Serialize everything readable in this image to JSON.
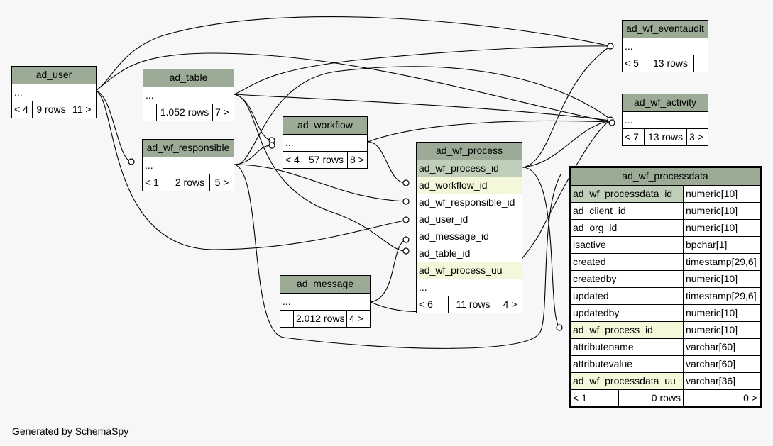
{
  "footer": "Generated by SchemaSpy",
  "tables": {
    "ad_user": {
      "name": "ad_user",
      "ellipsis": "...",
      "left": "< 4",
      "rows": "9 rows",
      "right": "11 >"
    },
    "ad_table": {
      "name": "ad_table",
      "ellipsis": "...",
      "left": "",
      "rows": "1.052 rows",
      "right": "7 >"
    },
    "ad_wf_responsible": {
      "name": "ad_wf_responsible",
      "ellipsis": "...",
      "left": "< 1",
      "rows": "2 rows",
      "right": "5 >"
    },
    "ad_workflow": {
      "name": "ad_workflow",
      "ellipsis": "...",
      "left": "< 4",
      "rows": "57 rows",
      "right": "8 >"
    },
    "ad_message": {
      "name": "ad_message",
      "ellipsis": "...",
      "left": "",
      "rows": "2.012 rows",
      "right": "4 >"
    },
    "ad_wf_eventaudit": {
      "name": "ad_wf_eventaudit",
      "ellipsis": "...",
      "left": "< 5",
      "rows": "13 rows",
      "right": ""
    },
    "ad_wf_activity": {
      "name": "ad_wf_activity",
      "ellipsis": "...",
      "left": "< 7",
      "rows": "13 rows",
      "right": "3 >"
    },
    "ad_wf_process": {
      "name": "ad_wf_process",
      "columns": [
        "ad_wf_process_id",
        "ad_workflow_id",
        "ad_wf_responsible_id",
        "ad_user_id",
        "ad_message_id",
        "ad_table_id",
        "ad_wf_process_uu"
      ],
      "ellipsis": "...",
      "left": "< 6",
      "rows": "11 rows",
      "right": "4 >"
    },
    "ad_wf_processdata": {
      "name": "ad_wf_processdata",
      "columns": [
        {
          "name": "ad_wf_processdata_id",
          "type": "numeric[10]"
        },
        {
          "name": "ad_client_id",
          "type": "numeric[10]"
        },
        {
          "name": "ad_org_id",
          "type": "numeric[10]"
        },
        {
          "name": "isactive",
          "type": "bpchar[1]"
        },
        {
          "name": "created",
          "type": "timestamp[29,6]"
        },
        {
          "name": "createdby",
          "type": "numeric[10]"
        },
        {
          "name": "updated",
          "type": "timestamp[29,6]"
        },
        {
          "name": "updatedby",
          "type": "numeric[10]"
        },
        {
          "name": "ad_wf_process_id",
          "type": "numeric[10]"
        },
        {
          "name": "attributename",
          "type": "varchar[60]"
        },
        {
          "name": "attributevalue",
          "type": "varchar[60]"
        },
        {
          "name": "ad_wf_processdata_uu",
          "type": "varchar[36]"
        }
      ],
      "left": "< 1",
      "rows": "0 rows",
      "right": "0 >"
    }
  }
}
